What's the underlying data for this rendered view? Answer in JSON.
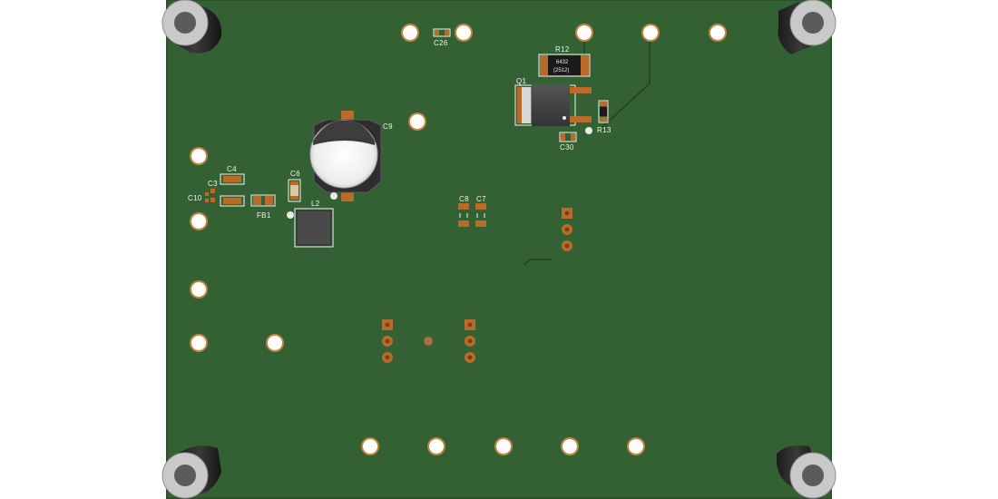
{
  "board": {
    "background_color": "#ffffff",
    "pcb_color": "#336133",
    "pad_color": "#b86b2b",
    "silk_color": "#f2f2f2",
    "hole_color": "#ffffff"
  },
  "labels": {
    "c26": "C26",
    "r12": "R12",
    "r12_marking_top": "6432",
    "r12_marking_bottom": "(2512)",
    "q1": "Q1",
    "r13": "R13",
    "c30": "C30",
    "c9": "C9",
    "c4": "C4",
    "c3": "C3",
    "c10": "C10",
    "c6": "C6",
    "fb1": "FB1",
    "l2": "L2",
    "c8": "C8",
    "c7": "C7"
  }
}
